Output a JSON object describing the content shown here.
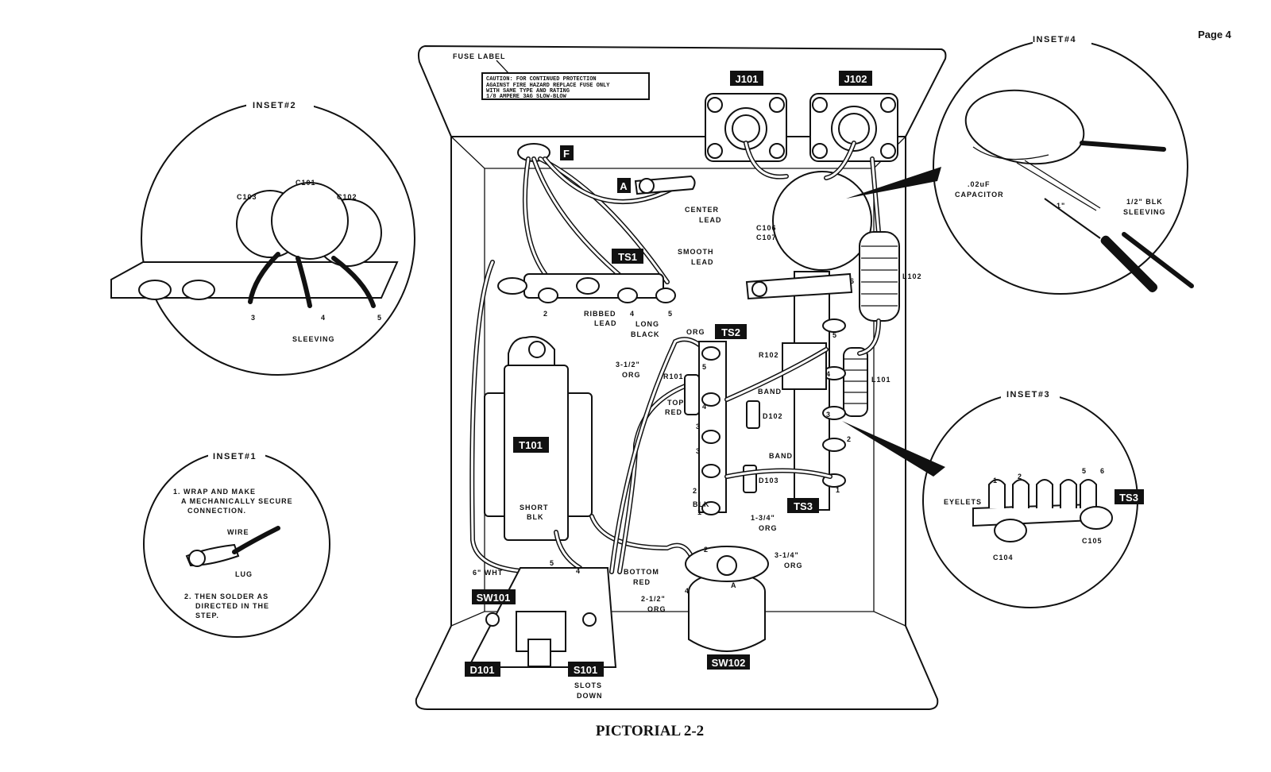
{
  "page": {
    "number_label": "Page 4",
    "caption": "PICTORIAL 2-2"
  },
  "chassis": {
    "fuse_label_title": "FUSE LABEL",
    "fuse_label_lines": [
      "CAUTION: FOR CONTINUED PROTECTION",
      "AGAINST FIRE HAZARD REPLACE FUSE ONLY",
      "WITH SAME TYPE AND RATING",
      "1/8 AMPERE  3AG  SLOW-BLOW"
    ],
    "tags": {
      "j101": "J101",
      "j102": "J102",
      "f": "F",
      "a": "A",
      "ts1": "TS1",
      "ts2": "TS2",
      "ts3": "TS3",
      "t101": "T101",
      "sw101": "SW101",
      "sw102": "SW102",
      "d101": "D101",
      "s101": "S101"
    },
    "labels": {
      "center_lead_1": "CENTER",
      "center_lead_2": "LEAD",
      "smooth_lead_1": "SMOOTH",
      "smooth_lead_2": "LEAD",
      "ribbed_lead_1": "RIBBED",
      "ribbed_lead_2": "LEAD",
      "long_black_1": "LONG",
      "long_black_2": "BLACK",
      "c106": "C106",
      "c107": "C107",
      "l102": "L102",
      "l101": "L101",
      "r102": "R102",
      "r101": "R101",
      "d102": "D102",
      "d103": "D103",
      "band_1": "BAND",
      "band_2": "BAND",
      "org_top": "ORG",
      "three_half_org_1": "3-1/2\"",
      "three_half_org_2": "ORG",
      "top_red_1": "TOP",
      "top_red_2": "RED",
      "blk": "BLK",
      "short_blk_1": "SHORT",
      "short_blk_2": "BLK",
      "one_three_quarter_1": "1-3/4\"",
      "one_three_quarter_2": "ORG",
      "three_quarter_1": "3-1/4\"",
      "three_quarter_2": "ORG",
      "bottom_red_1": "BOTTOM",
      "bottom_red_2": "RED",
      "two_half_org_1": "2-1/2\"",
      "two_half_org_2": "ORG",
      "six_wht": "6\" WHT",
      "slots_down_1": "SLOTS",
      "slots_down_2": "DOWN",
      "sw102_lug_a": "A"
    },
    "lug_numbers": {
      "ts1": [
        "2",
        "4",
        "5"
      ],
      "ts2": [
        "5",
        "4",
        "3",
        "3",
        "2",
        "1"
      ],
      "ts3": [
        "6",
        "5",
        "4",
        "3",
        "2",
        "1"
      ],
      "sw101": [
        "5",
        "4"
      ],
      "sw102": [
        "2",
        "4"
      ]
    }
  },
  "inset1": {
    "title": "INSET#1",
    "step1_lines": [
      "1. WRAP AND MAKE",
      "A MECHANICALLY SECURE",
      "CONNECTION."
    ],
    "wire_label": "WIRE",
    "lug_label": "LUG",
    "step2_lines": [
      "2. THEN SOLDER AS",
      "DIRECTED IN THE",
      "STEP."
    ]
  },
  "inset2": {
    "title": "INSET#2",
    "labels": {
      "c101": "C101",
      "c102": "C102",
      "c103": "C103",
      "sleeving": "SLEEVING"
    },
    "lug_numbers": [
      "3",
      "4",
      "5"
    ]
  },
  "inset3": {
    "title": "INSET#3",
    "labels": {
      "eyelets": "EYELETS",
      "c104": "C104",
      "c105": "C105",
      "ts3": "TS3"
    },
    "lug_numbers": [
      "1",
      "2",
      "5",
      "6"
    ]
  },
  "inset4": {
    "title": "INSET#4",
    "capacitor_1": ".02uF",
    "capacitor_2": "CAPACITOR",
    "dimension": "1\"",
    "sleeving_1": "1/2\" BLK",
    "sleeving_2": "SLEEVING"
  }
}
